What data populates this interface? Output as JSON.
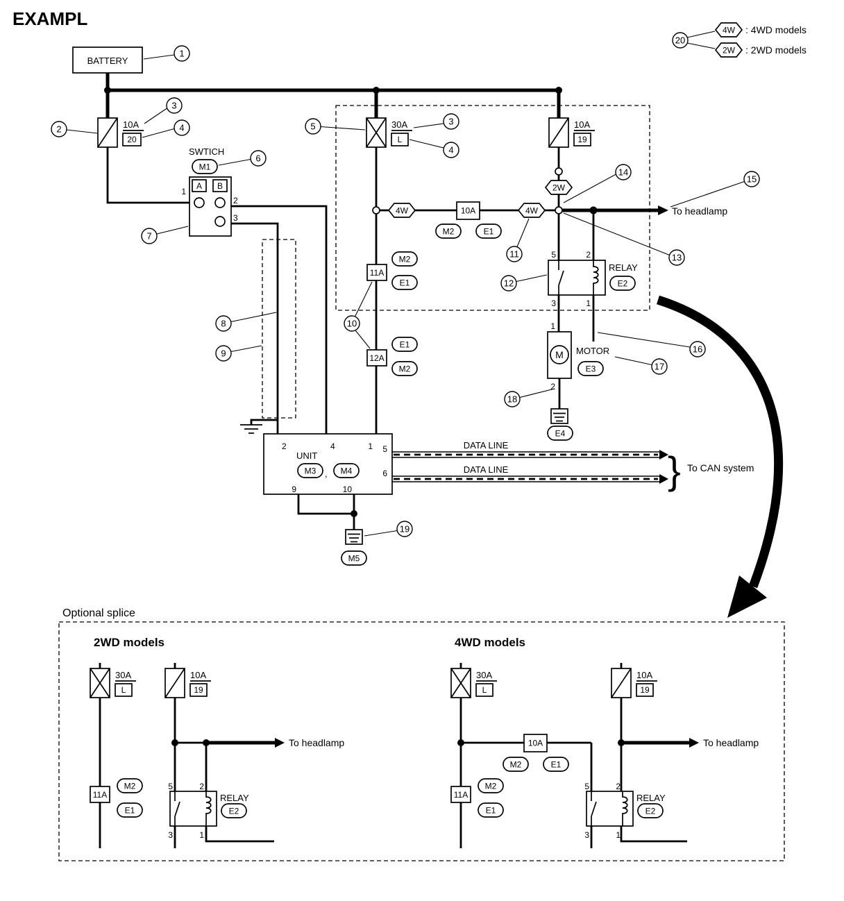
{
  "title": "EXAMPL",
  "legend": {
    "ref": "20",
    "tag_4w": "4W",
    "desc_4w": ": 4WD models",
    "tag_2w": "2W",
    "desc_2w": ": 2WD models"
  },
  "labels": {
    "battery": "BATTERY",
    "switch": "SWTICH",
    "relay": "RELAY",
    "motor": "MOTOR",
    "motor_m": "M",
    "unit": "UNIT",
    "to_headlamp": "To headlamp",
    "to_can_system": "To CAN system",
    "data_line": "DATA LINE",
    "optional_splice": "Optional splice",
    "models_2wd": "2WD models",
    "models_4wd": "4WD models",
    "comma": ",",
    "brace": "}"
  },
  "fuse": {
    "a10": "10A",
    "a30": "30A",
    "a11": "11A",
    "a12": "12A",
    "n20": "20",
    "nl": "L",
    "n19": "19"
  },
  "conn": {
    "m1": "M1",
    "m2": "M2",
    "m3": "M3",
    "m4": "M4",
    "m5": "M5",
    "e1": "E1",
    "e2": "E2",
    "e3": "E3",
    "e4": "E4"
  },
  "pins": {
    "p1": "1",
    "p2": "2",
    "p3": "3",
    "p4": "4",
    "p5": "5",
    "p6": "6",
    "p9": "9",
    "p10": "10",
    "a": "A",
    "b": "B"
  },
  "tags": {
    "w4": "4W",
    "w2": "2W"
  },
  "callout": {
    "n1": "1",
    "n2": "2",
    "n3": "3",
    "n4": "4",
    "n5": "5",
    "n6": "6",
    "n7": "7",
    "n8": "8",
    "n9": "9",
    "n10": "10",
    "n11": "11",
    "n12": "12",
    "n13": "13",
    "n14": "14",
    "n15": "15",
    "n16": "16",
    "n17": "17",
    "n18": "18",
    "n19": "19",
    "n20": "20"
  }
}
